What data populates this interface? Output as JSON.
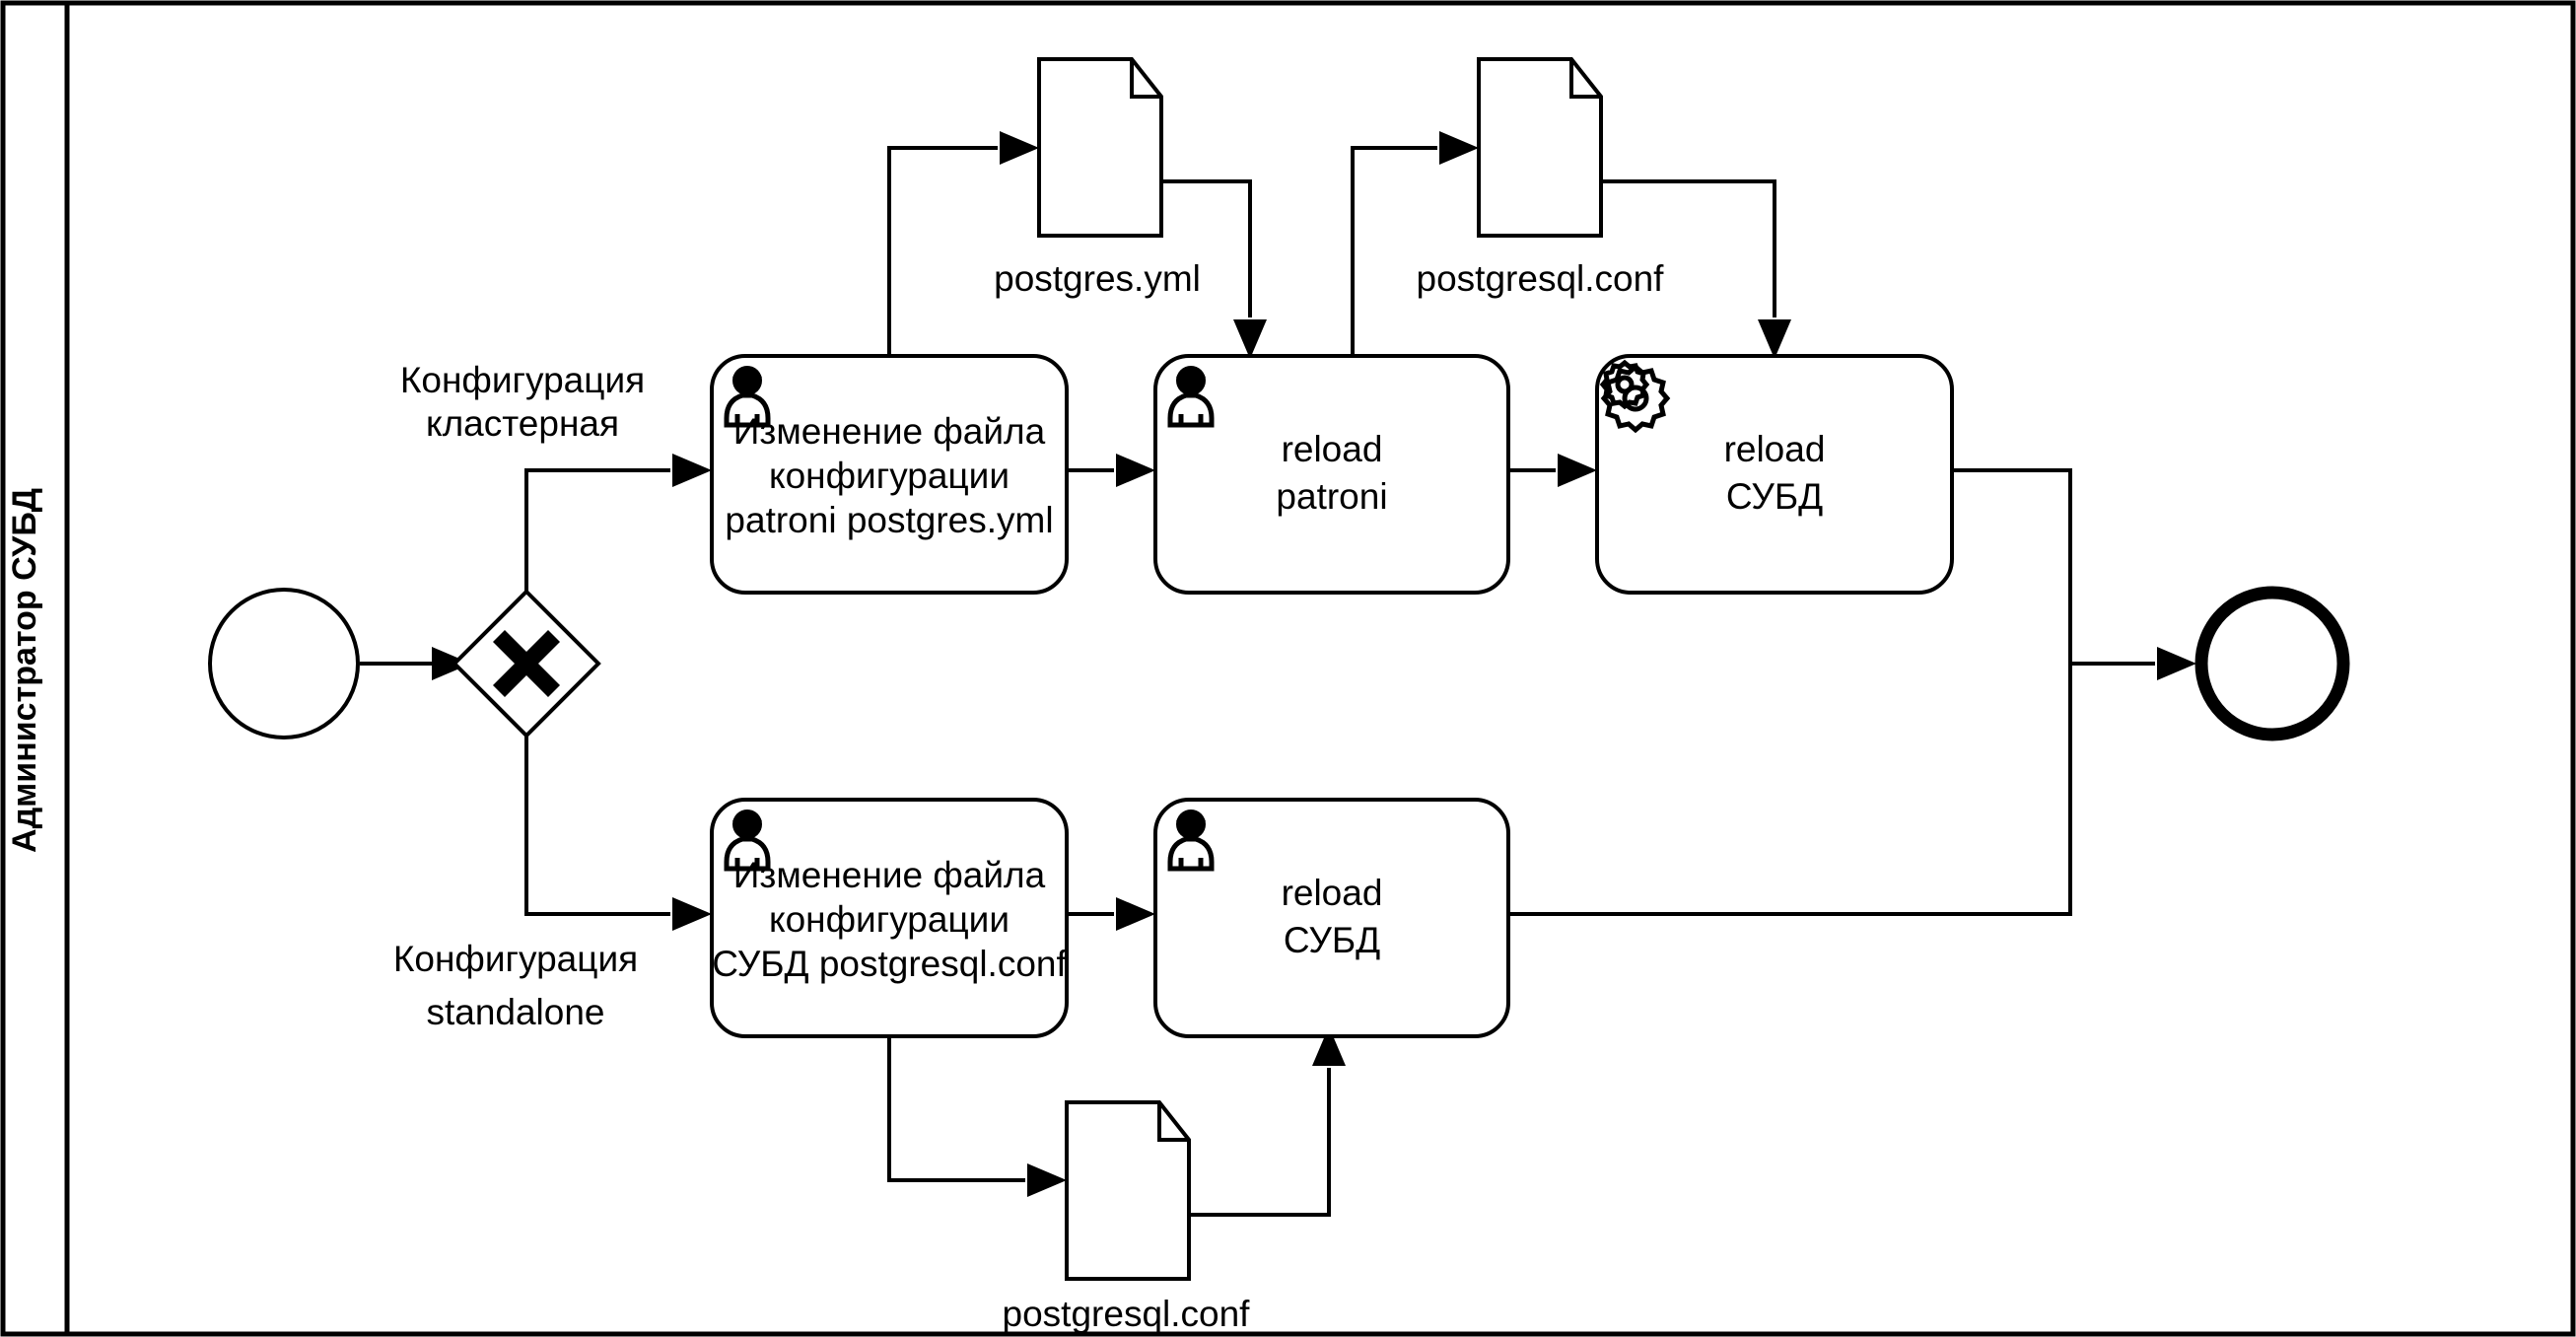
{
  "diagram": {
    "type": "bpmn-process",
    "lane": {
      "label": "Администратор СУБД"
    },
    "events": [
      {
        "id": "start",
        "kind": "start-event",
        "label": ""
      },
      {
        "id": "end",
        "kind": "end-event",
        "label": ""
      }
    ],
    "gateway": {
      "id": "gw1",
      "kind": "exclusive-gateway",
      "marker": "X",
      "label": ""
    },
    "flow_labels": {
      "cluster": "Конфигурация\nкластерная",
      "cluster_line1": "Конфигурация",
      "cluster_line2": "кластерная",
      "standalone_line1": "Конфигурация",
      "standalone_line2": "standalone"
    },
    "tasks": [
      {
        "id": "task1",
        "icon": "user-icon",
        "type": "user-task",
        "lines": [
          "Изменение файла",
          "конфигурации",
          "patroni postgres.yml"
        ]
      },
      {
        "id": "task2",
        "icon": "user-icon",
        "type": "user-task",
        "lines": [
          "reload",
          "patroni"
        ]
      },
      {
        "id": "task3",
        "icon": "gear-icon",
        "type": "service-task",
        "lines": [
          "reload",
          "СУБД"
        ]
      },
      {
        "id": "task4",
        "icon": "user-icon",
        "type": "user-task",
        "lines": [
          "Изменение файла",
          "конфигурации",
          "СУБД postgresql.conf"
        ]
      },
      {
        "id": "task5",
        "icon": "user-icon",
        "type": "user-task",
        "lines": [
          "reload",
          "СУБД"
        ]
      }
    ],
    "documents": [
      {
        "id": "doc1",
        "label": "postgres.yml"
      },
      {
        "id": "doc2",
        "label": "postgresql.conf"
      },
      {
        "id": "doc3",
        "label": "postgresql.conf"
      }
    ],
    "colors": {
      "stroke": "#000000",
      "fill": "#ffffff",
      "text": "#000000"
    }
  }
}
